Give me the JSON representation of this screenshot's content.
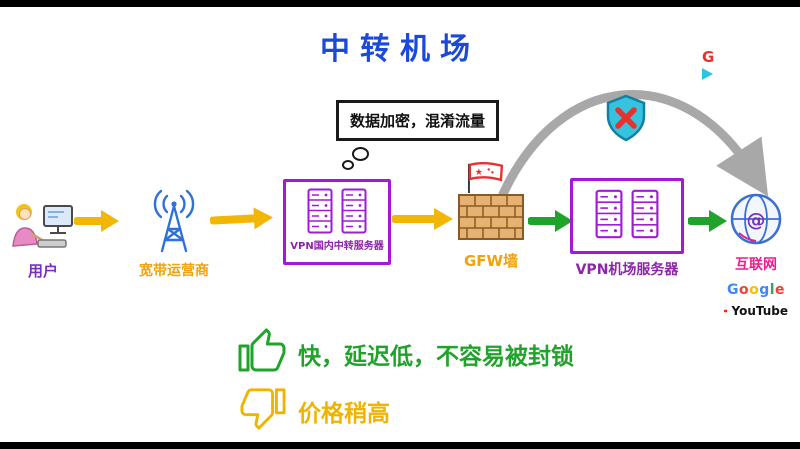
{
  "title": "中转机场",
  "bubble": {
    "text": "数据加密，混淆流量"
  },
  "nodes": {
    "user": {
      "label": "用户"
    },
    "isp": {
      "label": "宽带运营商"
    },
    "relay_server": {
      "label": "VPN国内中转服务器"
    },
    "gfw": {
      "label": "GFW墙"
    },
    "airport_server": {
      "label": "VPN机场服务器"
    },
    "internet": {
      "label": "互联网"
    }
  },
  "flow": {
    "segments": [
      {
        "from": "用户",
        "to": "宽带运营商",
        "color": "yellow"
      },
      {
        "from": "宽带运营商",
        "to": "VPN国内中转服务器",
        "color": "yellow"
      },
      {
        "from": "VPN国内中转服务器",
        "to": "GFW墙",
        "color": "yellow"
      },
      {
        "from": "GFW墙",
        "to": "VPN机场服务器",
        "color": "green"
      },
      {
        "from": "VPN机场服务器",
        "to": "互联网",
        "color": "green"
      }
    ],
    "bypass_arc": {
      "from": "GFW墙",
      "to": "互联网",
      "icon": "shield-with-x",
      "color": "gray"
    }
  },
  "brands": {
    "google_letters": [
      {
        "ch": "G",
        "color": "#4285F4"
      },
      {
        "ch": "o",
        "color": "#EA4335"
      },
      {
        "ch": "o",
        "color": "#FBBC05"
      },
      {
        "ch": "g",
        "color": "#4285F4"
      },
      {
        "ch": "l",
        "color": "#34A853"
      },
      {
        "ch": "e",
        "color": "#EA4335"
      }
    ],
    "youtube": "YouTube",
    "g_mark": "G"
  },
  "verdict": {
    "pros": "快，延迟低，不容易被封锁",
    "cons": "价格稍高"
  },
  "icons": {
    "user": "person-at-computer-icon",
    "isp": "antenna-tower-icon",
    "relay": "server-rack-icon",
    "gfw": "brick-wall-with-flag-icon",
    "blocked": "shield-with-x-icon",
    "internet": "globe-at-icon",
    "pros": "thumbs-up-icon",
    "cons": "thumbs-down-icon",
    "youtube": "play-button-icon"
  },
  "colors": {
    "title_blue": "#1b49d8",
    "arrow_yellow": "#f2b705",
    "arrow_green": "#1fa32a",
    "box_purple": "#a21ad6",
    "label_orange": "#f0a30a",
    "label_purple": "#8e24aa",
    "label_pink": "#e91e8c",
    "curve_gray": "#a8a8a8"
  }
}
